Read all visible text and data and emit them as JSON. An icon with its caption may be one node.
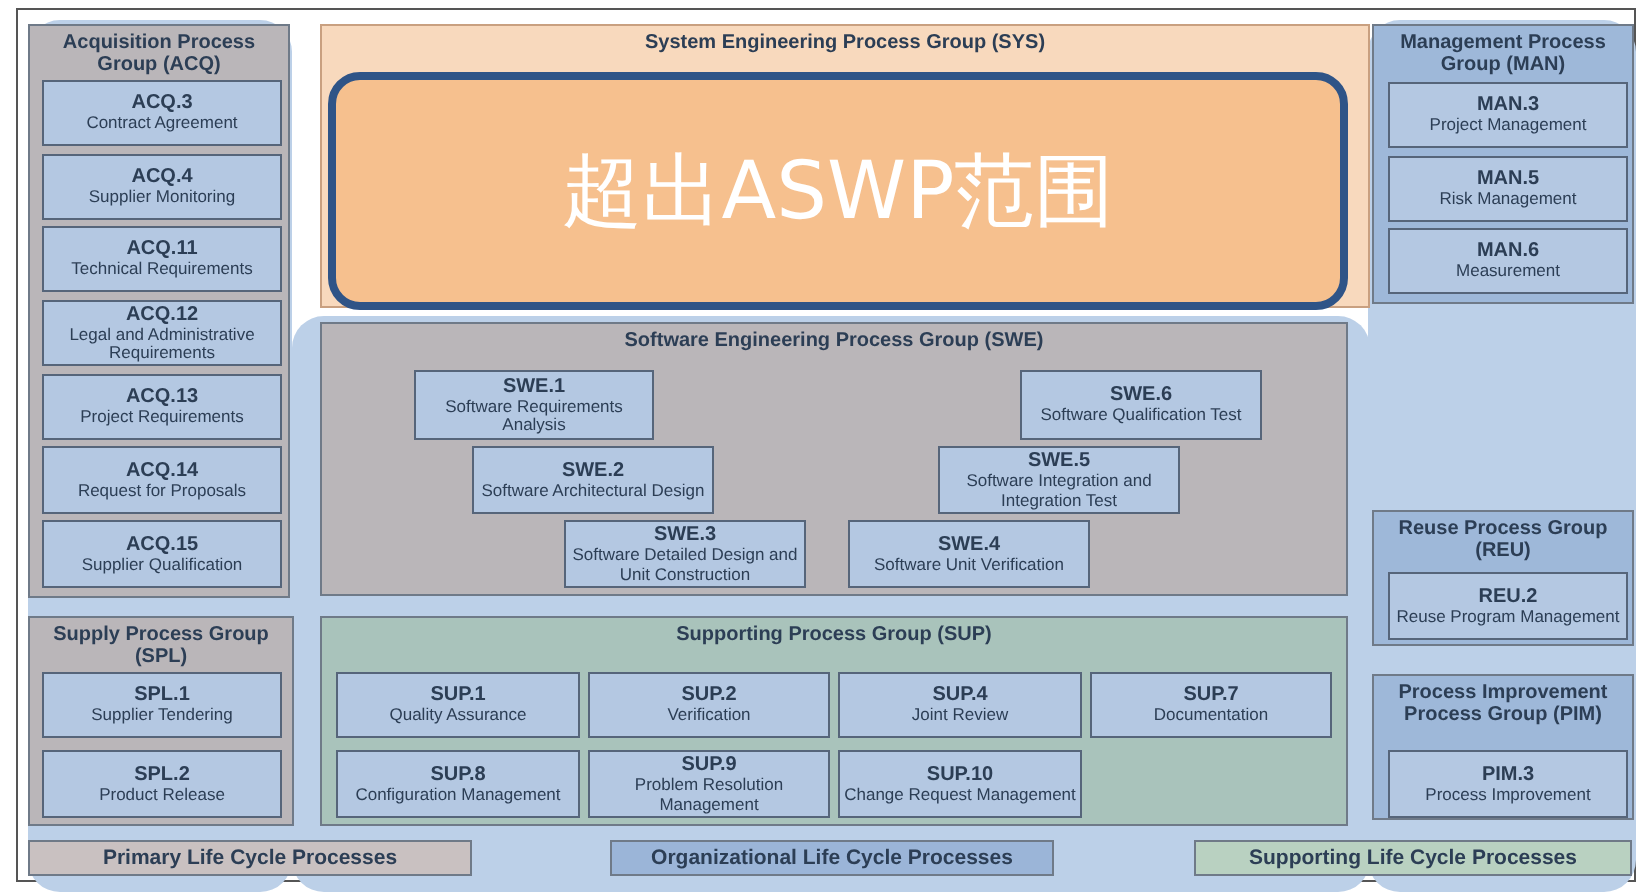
{
  "diagram": {
    "nodes": [
      {
        "text": [
          "Acquisition Process Group (ACQ)"
        ]
      },
      {
        "text": [
          "ACQ.3",
          "Contract Agreement"
        ],
        "in": 0
      },
      {
        "text": [
          "ACQ.4",
          "Supplier Monitoring"
        ],
        "in": 0
      },
      {
        "text": [
          "ACQ.11",
          "Technical Requirements"
        ],
        "in": 0
      },
      {
        "text": [
          "ACQ.12",
          "Legal and Administrative Requirements"
        ],
        "in": 0
      },
      {
        "text": [
          "ACQ.13",
          "Project Requirements"
        ],
        "in": 0
      },
      {
        "text": [
          "ACQ.14",
          "Request for Proposals"
        ],
        "in": 0
      },
      {
        "text": [
          "ACQ.15",
          "Supplier Qualification"
        ],
        "in": 0
      },
      {
        "text": [
          "Supply Process Group (SPL)"
        ]
      },
      {
        "text": [
          "SPL.1",
          "Supplier Tendering"
        ],
        "in": 8
      },
      {
        "text": [
          "SPL.2",
          "Product Release"
        ],
        "in": 8
      },
      {
        "text": [
          "System Engineering Process Group (SYS)"
        ]
      },
      {
        "text": [
          "超出ASWP范围"
        ],
        "in": 11
      },
      {
        "text": [
          "Software Engineering Process Group (SWE)"
        ]
      },
      {
        "text": [
          "SWE.1",
          "Software Requirements Analysis"
        ],
        "in": 13
      },
      {
        "text": [
          "SWE.2",
          "Software Architectural Design"
        ],
        "in": 13
      },
      {
        "text": [
          "SWE.3",
          "Software Detailed Design and Unit Construction"
        ],
        "in": 13
      },
      {
        "text": [
          "SWE.4",
          "Software Unit Verification"
        ],
        "in": 13
      },
      {
        "text": [
          "SWE.5",
          "Software Integration and Integration Test"
        ],
        "in": 13
      },
      {
        "text": [
          "SWE.6",
          "Software Qualification Test"
        ],
        "in": 13
      },
      {
        "text": [
          "Supporting Process Group (SUP)"
        ]
      },
      {
        "text": [
          "SUP.1",
          "Quality Assurance"
        ],
        "in": 20
      },
      {
        "text": [
          "SUP.2",
          "Verification"
        ],
        "in": 20
      },
      {
        "text": [
          "SUP.4",
          "Joint Review"
        ],
        "in": 20
      },
      {
        "text": [
          "SUP.7",
          "Documentation"
        ],
        "in": 20
      },
      {
        "text": [
          "SUP.8",
          "Configuration Management"
        ],
        "in": 20
      },
      {
        "text": [
          "SUP.9",
          "Problem Resolution Management"
        ],
        "in": 20
      },
      {
        "text": [
          "SUP.10",
          "Change Request Management"
        ],
        "in": 20
      },
      {
        "text": [
          "Management Process Group (MAN)"
        ]
      },
      {
        "text": [
          "MAN.3",
          "Project Management"
        ],
        "in": 28
      },
      {
        "text": [
          "MAN.5",
          "Risk Management"
        ],
        "in": 28
      },
      {
        "text": [
          "MAN.6",
          "Measurement"
        ],
        "in": 28
      },
      {
        "text": [
          "Reuse Process Group (REU)"
        ]
      },
      {
        "text": [
          "REU.2",
          "Reuse Program Management"
        ],
        "in": 32
      },
      {
        "text": [
          "Process Improvement Process Group (PIM)"
        ]
      },
      {
        "text": [
          "PIM.3",
          "Process Improvement"
        ],
        "in": 34
      },
      {
        "text": [
          "Primary Life Cycle Processes"
        ]
      },
      {
        "text": [
          "Organizational Life Cycle Processes"
        ]
      },
      {
        "text": [
          "Supporting Life Cycle Processes"
        ]
      }
    ],
    "edges": []
  }
}
